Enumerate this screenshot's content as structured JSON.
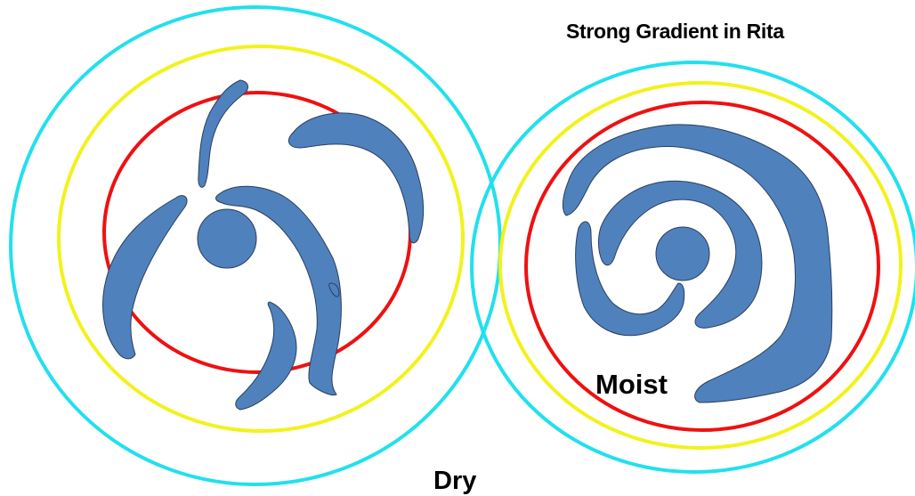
{
  "diagram": {
    "title": "Strong Gradient in Rita",
    "labels": {
      "moist": "Moist",
      "dry": "Dry"
    },
    "colors": {
      "outer_ring": "#22e0ee",
      "middle_ring": "#f2f21c",
      "inner_ring": "#ee1111",
      "rainbands": "#4f81bd",
      "band_outline": "#2a3f5f",
      "background": "#ffffff"
    },
    "left_storm": {
      "ring_count": 3,
      "band_count": 6,
      "has_eye": true
    },
    "right_storm": {
      "ring_count": 3,
      "band_count": 3,
      "has_eye": true
    }
  }
}
